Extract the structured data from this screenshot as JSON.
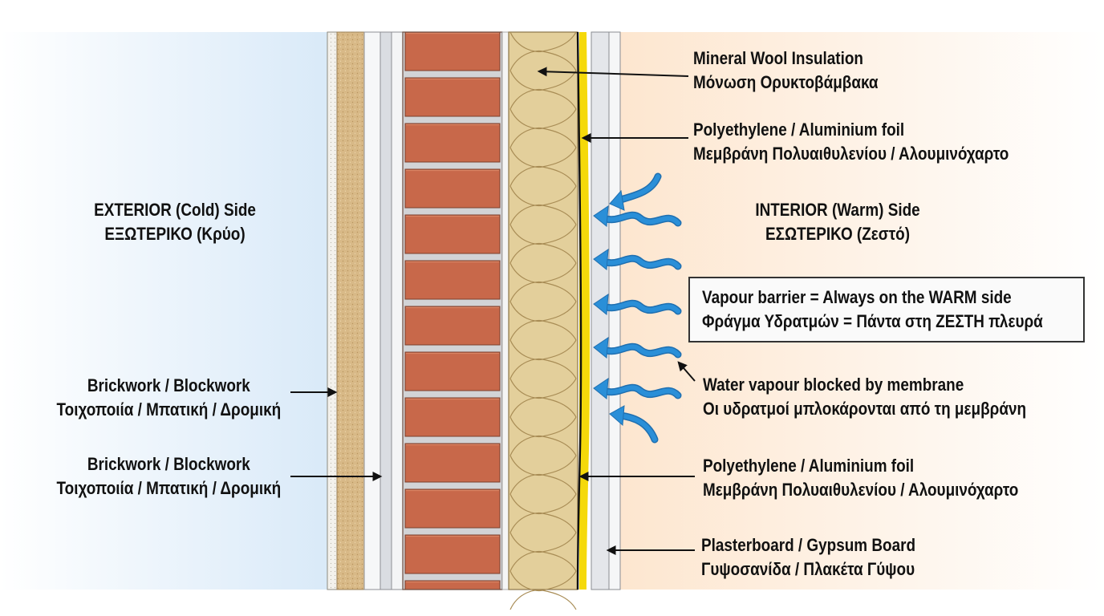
{
  "colors": {
    "exterior_bg": "#dfeefa",
    "interior_bg": "#fdebd9",
    "brick": "#c8684a",
    "mortar": "#d2d3d6",
    "insulation": "#e3cf9b",
    "vapour_membrane": "#f5d90a",
    "render": "#d9bb84",
    "vapour_arrow": "#2a8fd8",
    "plasterboard": "#e4e6ea"
  },
  "exterior": {
    "line1": "EXTERIOR (Cold) Side",
    "line2": "ΕΞΩΤΕΡΙΚΟ (Κρύο)"
  },
  "interior": {
    "line1": "INTERIOR (Warm) Side",
    "line2": "ΕΣΩΤΕΡΙΚΟ (Ζεστό)"
  },
  "labels": {
    "mineral_wool": {
      "line1": "Mineral Wool Insulation",
      "line2": "Μόνωση Ορυκτοβάμβακα",
      "icon": "arrow-left-icon"
    },
    "foil_top": {
      "line1": "Polyethylene / Aluminium foil",
      "line2": "Μεμβράνη Πολυαιθυλενίου / Αλουμινόχαρτο",
      "icon": "arrow-left-icon"
    },
    "brickwork_1": {
      "line1": "Brickwork / Blockwork",
      "line2": "Τοιχοποιία / Μπατική / Δρομική",
      "icon": "arrow-right-icon"
    },
    "brickwork_2": {
      "line1": "Brickwork / Blockwork",
      "line2": "Τοιχοποιία / Μπατική / Δρομική",
      "icon": "arrow-right-icon"
    },
    "vapour_blocked": {
      "line1": "Water vapour blocked by membrane",
      "line2": "Οι υδρατμοί μπλοκάρονται από τη μεμβράνη",
      "icon": "arrow-up-left-icon"
    },
    "foil_bottom": {
      "line1": "Polyethylene / Aluminium foil",
      "line2": "Μεμβράνη Πολυαιθυλενίου / Αλουμινόχαρτο",
      "icon": "arrow-left-icon"
    },
    "plasterboard": {
      "line1": "Plasterboard / Gypsum Board",
      "line2": "Γυψοσανίδα / Πλακέτα Γύψου",
      "icon": "arrow-left-icon"
    }
  },
  "rule_box": {
    "line1": "Vapour barrier = Always on the WARM side",
    "line2": "Φράγμα Υδρατμών = Πάντα στη ΖΕΣΤΗ πλευρά"
  }
}
